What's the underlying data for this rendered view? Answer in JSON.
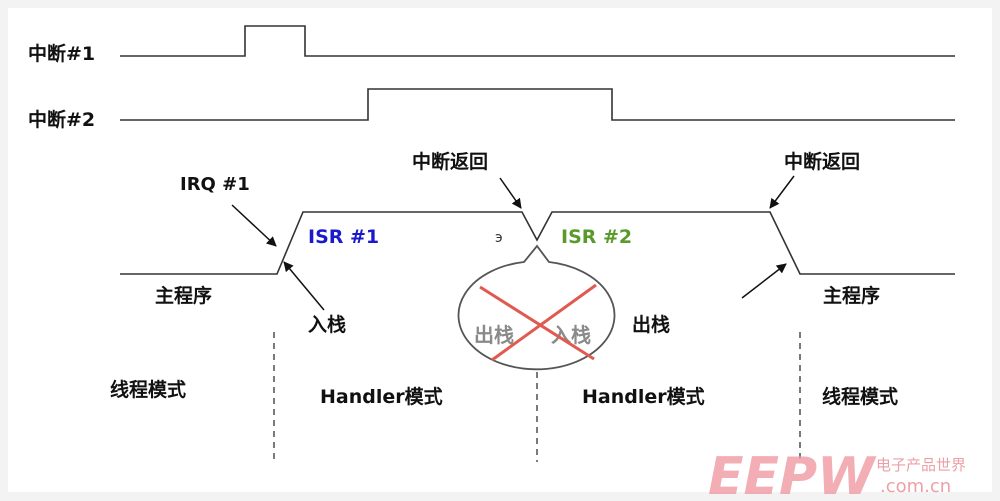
{
  "signals": {
    "irq1": "中断#1",
    "irq2": "中断#2"
  },
  "annotations": {
    "irq_entry": "IRQ #1",
    "return_1": "中断返回",
    "return_2": "中断返回",
    "push": "入栈",
    "pop": "出栈",
    "bubble_pop": "出栈",
    "bubble_push": "入栈",
    "small_mark": "э"
  },
  "levels": {
    "main_left": "主程序",
    "main_right": "主程序",
    "isr1": "ISR #1",
    "isr2": "ISR #2"
  },
  "modes": {
    "thread_left": "线程模式",
    "handler_1": "Handler模式",
    "handler_2": "Handler模式",
    "thread_right": "线程模式"
  },
  "watermark": {
    "logo": "EEPW",
    "name_cn": "电子产品世界",
    "domain": ".com.cn"
  },
  "colors": {
    "isr1": "#1a1acc",
    "isr2": "#5a9a2a",
    "cross": "#e05a50",
    "watermark": "#f0a0a8"
  }
}
